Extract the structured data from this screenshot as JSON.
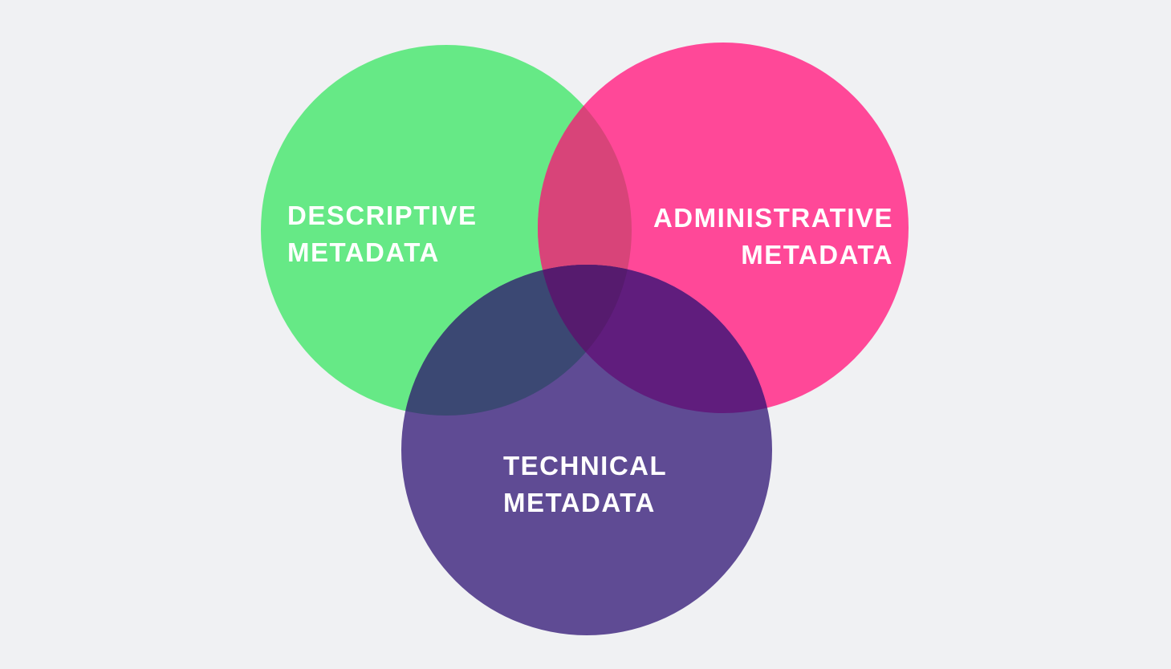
{
  "diagram": {
    "type": "venn",
    "sets": [
      {
        "id": "descriptive",
        "line1": "DESCRIPTIVE",
        "line2": "METADATA",
        "color": "#66E986"
      },
      {
        "id": "administrative",
        "line1": "ADMINISTRATIVE",
        "line2": "METADATA",
        "color": "#FF4898"
      },
      {
        "id": "technical",
        "line1": "TECHNICAL",
        "line2": "METADATA",
        "color": "#5F4B94"
      }
    ],
    "overlap_colors": {
      "descriptive_administrative": "#D84479",
      "descriptive_technical": "#3B4873",
      "administrative_technical": "#601D7D",
      "all": "#561B6E"
    },
    "background": "#F0F1F3"
  }
}
